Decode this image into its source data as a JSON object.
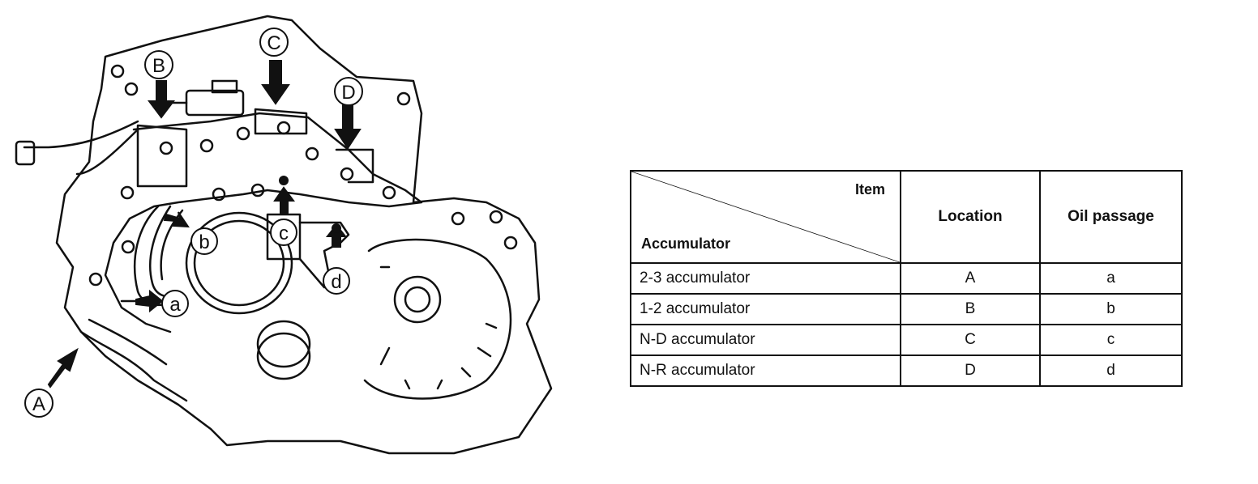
{
  "diagram": {
    "callouts": [
      "A",
      "B",
      "C",
      "D"
    ],
    "passages": [
      "a",
      "b",
      "c",
      "d"
    ]
  },
  "table": {
    "header_item": "Item",
    "header_row_label": "Accumulator",
    "columns": [
      "Location",
      "Oil passage"
    ],
    "rows": [
      {
        "name": "2-3 accumulator",
        "location": "A",
        "passage": "a"
      },
      {
        "name": "1-2 accumulator",
        "location": "B",
        "passage": "b"
      },
      {
        "name": "N-D accumulator",
        "location": "C",
        "passage": "c"
      },
      {
        "name": "N-R accumulator",
        "location": "D",
        "passage": "d"
      }
    ]
  }
}
